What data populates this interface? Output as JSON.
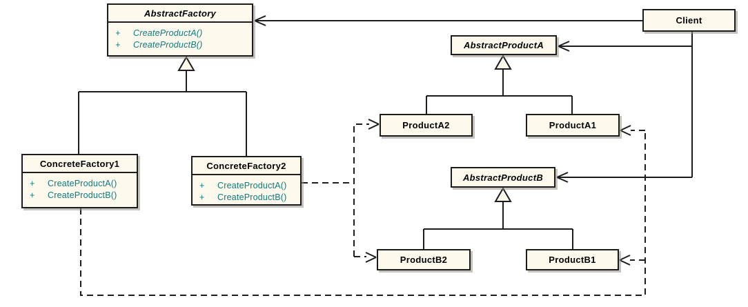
{
  "diagram": {
    "kind": "uml-class-diagram",
    "colors": {
      "box_fill": "#fdf9ec",
      "box_border": "#1c1c1c",
      "line": "#1c1c1c",
      "method_text": "#0b7b7e",
      "title_text": "#000000"
    },
    "classes": {
      "abstract_factory": {
        "name": "AbstractFactory",
        "abstract": true,
        "methods": [
          {
            "vis": "+",
            "sig": "CreateProductA()"
          },
          {
            "vis": "+",
            "sig": "CreateProductB()"
          }
        ]
      },
      "concrete_factory1": {
        "name": "ConcreteFactory1",
        "abstract": false,
        "methods": [
          {
            "vis": "+",
            "sig": "CreateProductA()"
          },
          {
            "vis": "+",
            "sig": "CreateProductB()"
          }
        ]
      },
      "concrete_factory2": {
        "name": "ConcreteFactory2",
        "abstract": false,
        "methods": [
          {
            "vis": "+",
            "sig": "CreateProductA()"
          },
          {
            "vis": "+",
            "sig": "CreateProductB()"
          }
        ]
      },
      "client": {
        "name": "Client",
        "abstract": false
      },
      "abstract_product_a": {
        "name": "AbstractProductA",
        "abstract": true
      },
      "product_a2": {
        "name": "ProductA2",
        "abstract": false
      },
      "product_a1": {
        "name": "ProductA1",
        "abstract": false
      },
      "abstract_product_b": {
        "name": "AbstractProductB",
        "abstract": true
      },
      "product_b2": {
        "name": "ProductB2",
        "abstract": false
      },
      "product_b1": {
        "name": "ProductB1",
        "abstract": false
      }
    },
    "relationships": [
      {
        "from": "Client",
        "to": "AbstractFactory",
        "type": "association"
      },
      {
        "from": "Client",
        "to": "AbstractProductA",
        "type": "association"
      },
      {
        "from": "Client",
        "to": "AbstractProductB",
        "type": "association"
      },
      {
        "from": "ConcreteFactory1",
        "to": "AbstractFactory",
        "type": "generalization"
      },
      {
        "from": "ConcreteFactory2",
        "to": "AbstractFactory",
        "type": "generalization"
      },
      {
        "from": "ProductA2",
        "to": "AbstractProductA",
        "type": "generalization"
      },
      {
        "from": "ProductA1",
        "to": "AbstractProductA",
        "type": "generalization"
      },
      {
        "from": "ProductB2",
        "to": "AbstractProductB",
        "type": "generalization"
      },
      {
        "from": "ProductB1",
        "to": "AbstractProductB",
        "type": "generalization"
      },
      {
        "from": "ConcreteFactory2",
        "to": "ProductA2",
        "type": "dependency"
      },
      {
        "from": "ConcreteFactory2",
        "to": "ProductB2",
        "type": "dependency"
      },
      {
        "from": "ConcreteFactory1",
        "to": "ProductA1",
        "type": "dependency"
      },
      {
        "from": "ConcreteFactory1",
        "to": "ProductB1",
        "type": "dependency"
      }
    ]
  }
}
